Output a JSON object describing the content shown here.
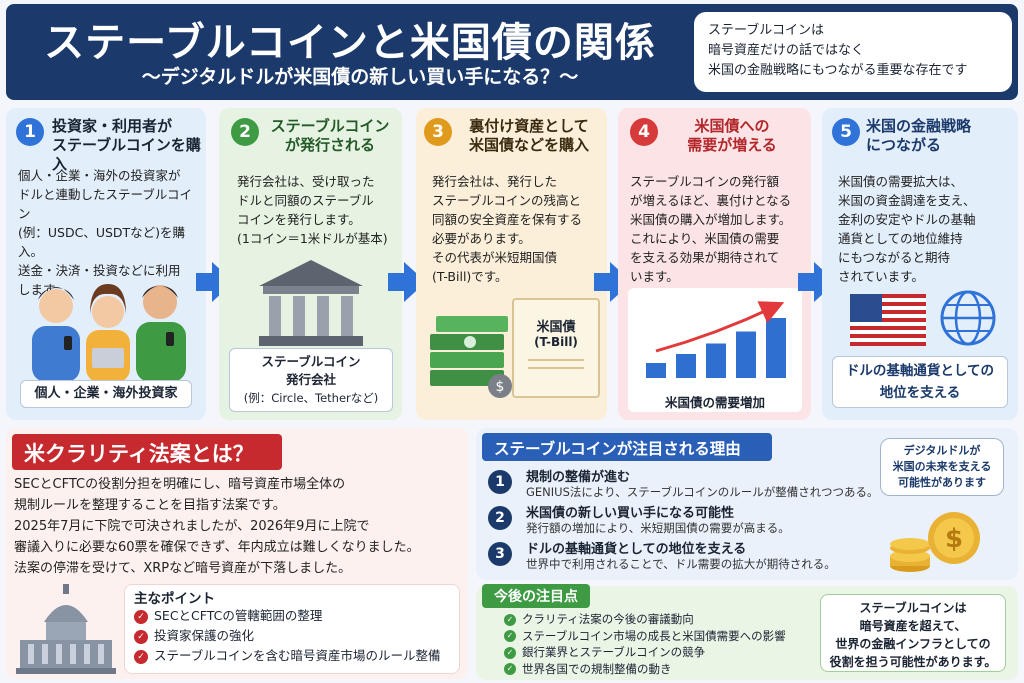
{
  "header": {
    "title": "ステーブルコインと米国債の関係",
    "subtitle": "〜デジタルドルが米国債の新しい買い手になる？〜",
    "note_lines": [
      "ステーブルコインは",
      "暗号資産だけの話ではなく",
      "米国の金融戦略にもつながる重要な存在です"
    ]
  },
  "steps": [
    {
      "num": "1",
      "title_lines": [
        "投資家・利用者が",
        "ステーブルコインを購入"
      ],
      "body": [
        "個人・企業・海外の投資家が",
        "ドルと連動したステーブルコイン",
        "(例：USDC、USDTなど)を購入。",
        "送金・決済・投資などに利用",
        "します。"
      ],
      "label": "個人・企業・海外投資家"
    },
    {
      "num": "2",
      "title_lines": [
        "ステーブルコイン",
        "が発行される"
      ],
      "body": [
        "発行会社は、受け取った",
        "ドルと同額のステーブル",
        "コインを発行します。",
        "(1コイン＝1米ドルが基本)"
      ],
      "label_lines": [
        "ステーブルコイン",
        "発行会社",
        "(例：Circle、Tetherなど)"
      ]
    },
    {
      "num": "3",
      "title_lines": [
        "裏付け資産として",
        "米国債などを購入"
      ],
      "body": [
        "発行会社は、発行した",
        "ステーブルコインの残高と",
        "同額の安全資産を保有する",
        "必要があります。",
        "その代表が米短期国債",
        "(T-Bill)です。"
      ],
      "doc_lines": [
        "米国債",
        "(T-Bill)"
      ]
    },
    {
      "num": "4",
      "title_lines": [
        "米国債への",
        "需要が増える"
      ],
      "body": [
        "ステーブルコインの発行額",
        "が増えるほど、裏付けとなる",
        "米国債の購入が増加します。",
        "これにより、米国債の需要",
        "を支える効果が期待されて",
        "います。"
      ],
      "label": "米国債の需要増加"
    },
    {
      "num": "5",
      "title_lines": [
        "米国の金融戦略",
        "につながる"
      ],
      "body": [
        "米国債の需要拡大は、",
        "米国の資金調達を支え、",
        "金利の安定やドルの基軸",
        "通貨としての地位維持",
        "にもつながると期待",
        "されています。"
      ],
      "label_lines": [
        "ドルの基軸通貨としての",
        "地位を支える"
      ]
    }
  ],
  "law": {
    "title": "米クラリティ法案とは？",
    "body": [
      "SECとCFTCの役割分担を明確にし、暗号資産市場全体の",
      "規制ルールを整理することを目指す法案です。",
      "2025年7月に下院で可決されましたが、2026年9月に上院で",
      "審議入りに必要な60票を確保できず、年内成立は難しくなりました。",
      "法案の停滞を受けて、XRPなど暗号資産が下落しました。"
    ],
    "points_head": "主なポイント",
    "points": [
      "SECとCFTCの管轄範囲の整理",
      "投資家保護の強化",
      "ステーブルコインを含む暗号資産市場のルール整備"
    ]
  },
  "reasons": {
    "title": "ステーブルコインが注目される理由",
    "items": [
      {
        "num": "1",
        "title": "規制の整備が進む",
        "desc": "GENIUS法により、ステーブルコインのルールが整備されつつある。"
      },
      {
        "num": "2",
        "title": "米国債の新しい買い手になる可能性",
        "desc": "発行額の増加により、米短期国債の需要が高まる。"
      },
      {
        "num": "3",
        "title": "ドルの基軸通貨としての地位を支える",
        "desc": "世界中で利用されることで、ドル需要の拡大が期待される。"
      }
    ],
    "bubble_lines": [
      "デジタルドルが",
      "米国の未来を支える",
      "可能性があります"
    ]
  },
  "watch": {
    "title": "今後の注目点",
    "items": [
      "クラリティ法案の今後の審議動向",
      "ステーブルコイン市場の成長と米国債需要への影響",
      "銀行業界とステーブルコインの競争",
      "世界各国での規制整備の動き"
    ],
    "conclusion_lines": [
      "ステーブルコインは",
      "暗号資産を超えて、",
      "世界の金融インフラとしての",
      "役割を担う可能性があります。"
    ]
  },
  "chart_data": {
    "type": "bar",
    "title": "米国債の需要増加",
    "categories": [
      "",
      "",
      "",
      "",
      ""
    ],
    "values": [
      1,
      1.6,
      2.3,
      3.1,
      4
    ],
    "trend": "up"
  },
  "colors": {
    "navy": "#1b3a6b",
    "step1": "#2f72d8",
    "step2": "#3e9a43",
    "step3": "#e09a1c",
    "step4": "#d63a3a",
    "step5": "#2f72d8",
    "red": "#c62a2e"
  }
}
